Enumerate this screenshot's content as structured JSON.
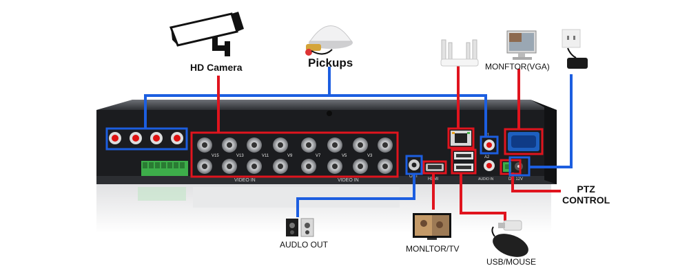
{
  "labels": {
    "hd_camera": "HD Camera",
    "pickups": "Pickups",
    "monitor_vga": "MONFTOR(VGA)",
    "ptz_line1": "PTZ",
    "ptz_line2": "CONTROL",
    "audio_out": "AUDLO OUT",
    "monitor_tv": "MONLTOR/TV",
    "usb_mouse": "USB/MOUSE"
  },
  "panel_text": {
    "video_in": "VIDEO IN",
    "video_in_2": "VIDEO IN",
    "out": "OUT",
    "audio_in": "AUDIO IN",
    "a1": "A1",
    "a2": "A2",
    "dc12v": "DC 12V",
    "hdmi": "HDMI",
    "ch_v15": "V15",
    "ch_v13": "V13",
    "ch_v11": "V11",
    "ch_v9": "V9",
    "ch_v7": "V7",
    "ch_v5": "V5",
    "ch_v3": "V3"
  },
  "colors": {
    "red_line": "#e0141e",
    "blue_line": "#1c5ee0",
    "panel": "#1b1c1f",
    "panel_top": "#5a5d63"
  }
}
